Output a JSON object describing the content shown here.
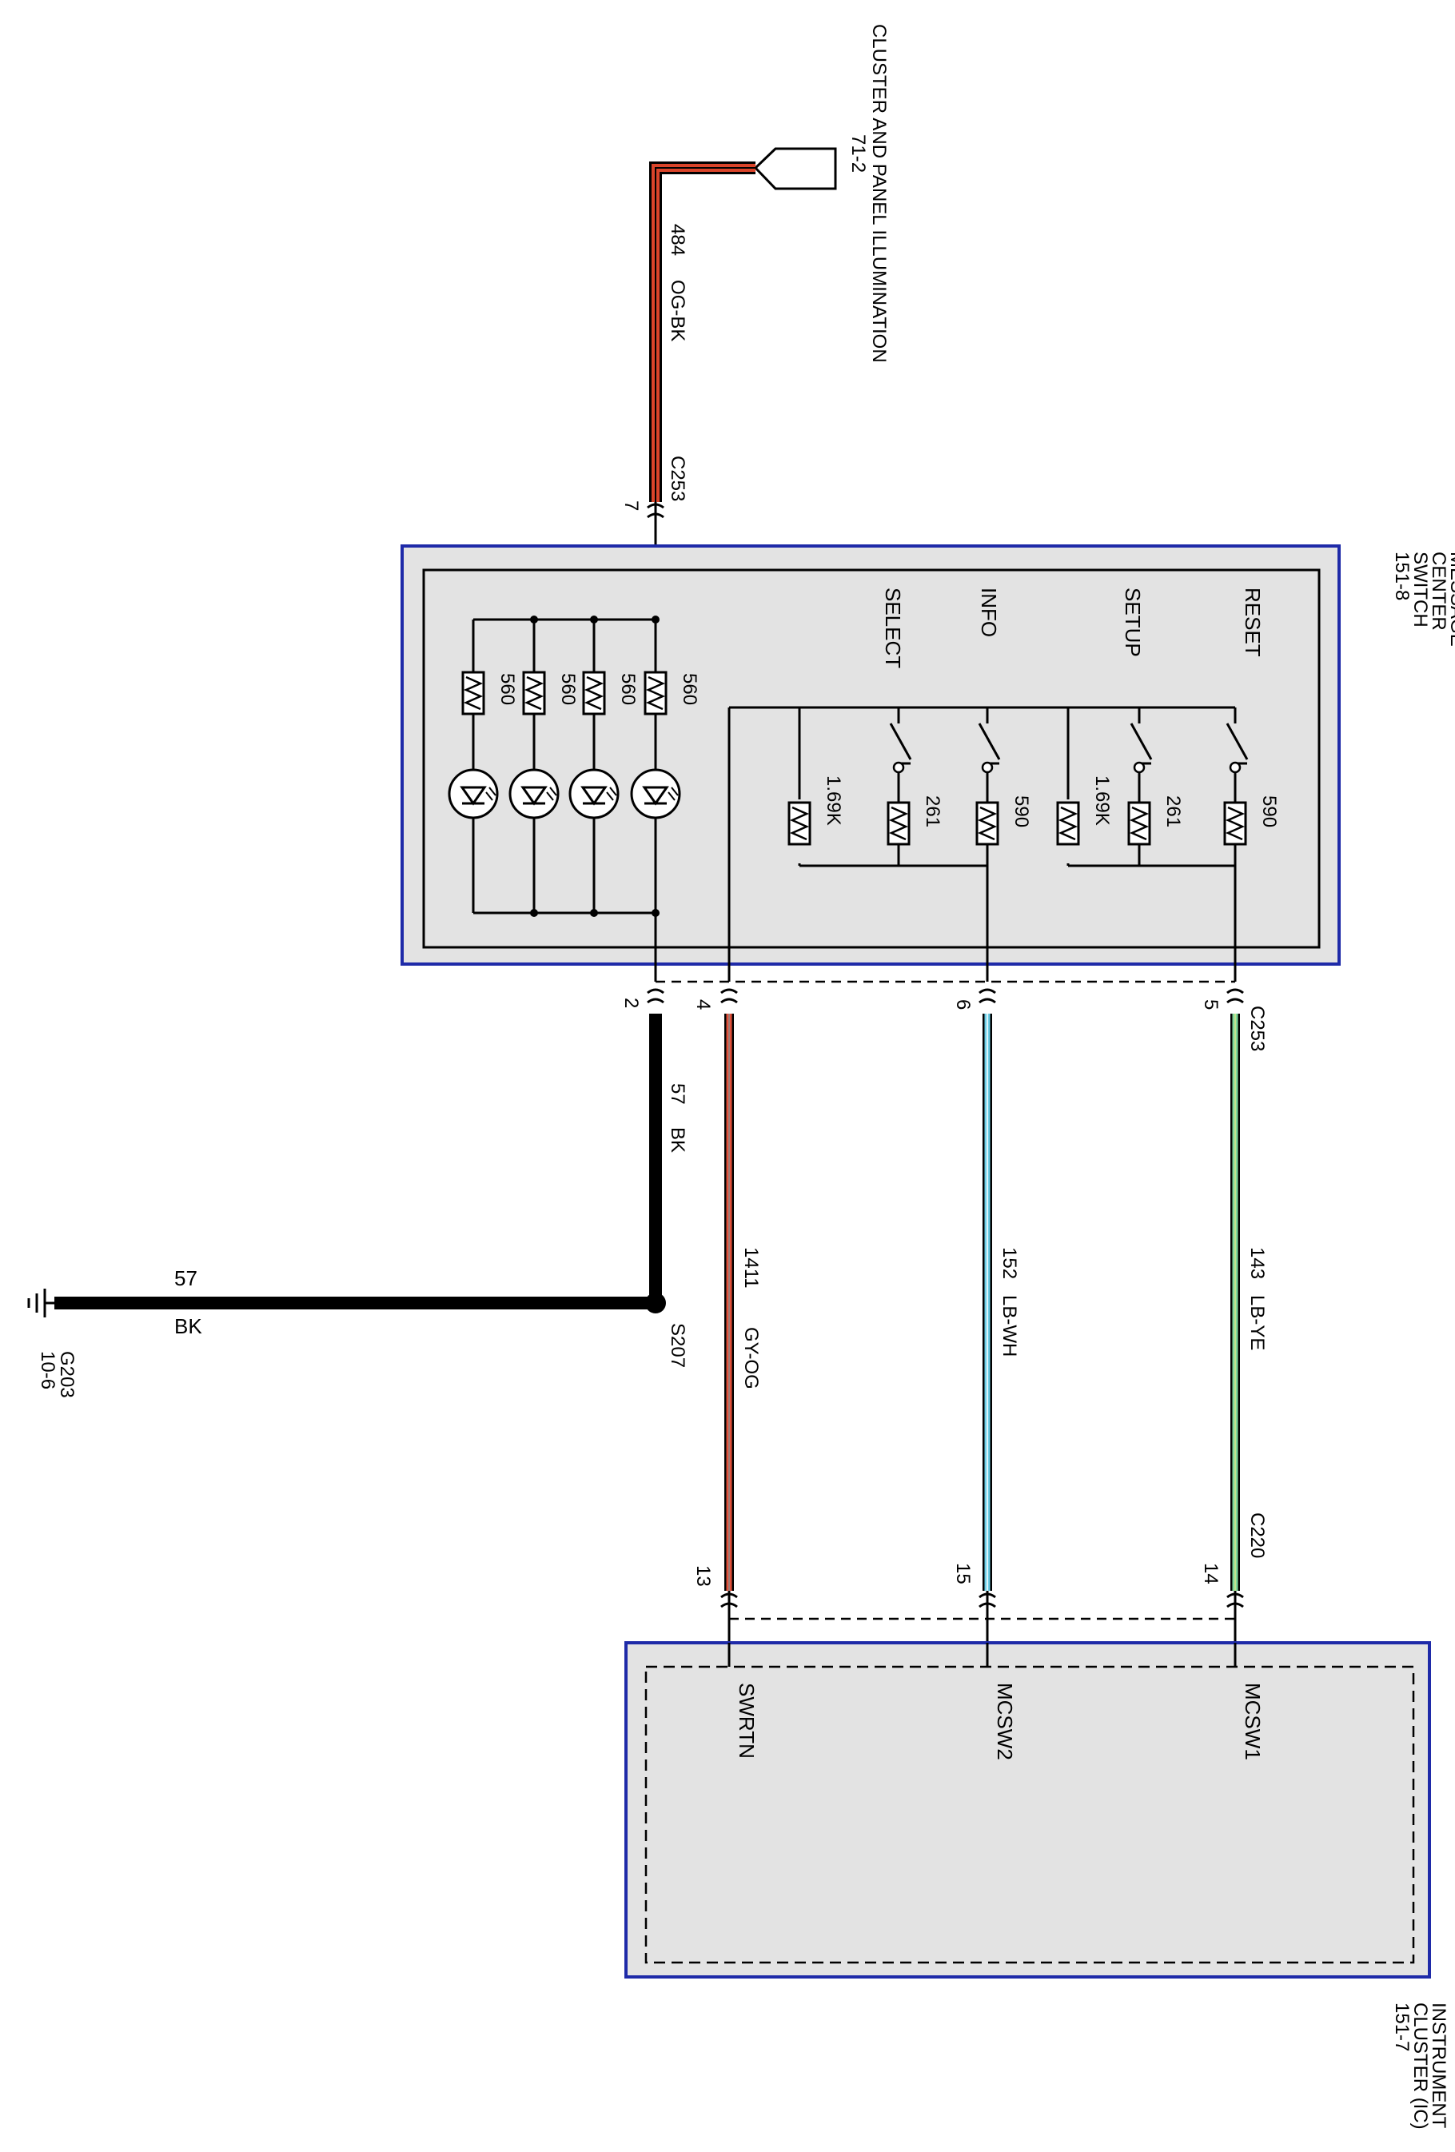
{
  "colors": {
    "og_bk": [
      "#d9442a",
      "#000000"
    ],
    "bk": "#000000",
    "gy_og": [
      "#e0503a",
      "#8a8a8a"
    ],
    "lb_wh": [
      "#6fd0e8",
      "#ffffff"
    ],
    "lb_ye": [
      "#7fd89a",
      "#dbe88a"
    ],
    "module_border": "#1e2aa8",
    "module_fill": "#e3e3e3"
  },
  "top_connector": {
    "title": "CLUSTER AND PANEL ILLUMINATION",
    "ref": "71-2"
  },
  "wires": {
    "illum": {
      "number": "484",
      "color": "OG-BK",
      "connector": "C253",
      "pin": "7"
    },
    "ground": {
      "number": "57",
      "color": "BK",
      "pin": "2"
    },
    "ground_run": {
      "number": "57",
      "color": "BK"
    },
    "swrtn": {
      "number": "1411",
      "color": "GY-OG",
      "pin_top": "4",
      "pin_bottom": "13"
    },
    "mcsw2": {
      "number": "152",
      "color": "LB-WH",
      "pin_top": "6",
      "pin_bottom": "15"
    },
    "mcsw1": {
      "number": "143",
      "color": "LB-YE",
      "pin_top": "5",
      "pin_bottom": "14",
      "connector_top": "C253",
      "connector_bottom": "C220"
    }
  },
  "splice": "S207",
  "ground_point": {
    "name": "G203",
    "ref": "10-6"
  },
  "switch_module": {
    "title": [
      "MESSAGE",
      "CENTER",
      "SWITCH"
    ],
    "ref": "151-8",
    "buttons": [
      "RESET",
      "SETUP",
      "INFO",
      "SELECT"
    ],
    "resistors_right": [
      "590",
      "261",
      "1.69K"
    ],
    "resistors_left": [
      "590",
      "261",
      "1.69K"
    ],
    "led_resistors": [
      "560",
      "560",
      "560",
      "560"
    ]
  },
  "cluster": {
    "title": [
      "INSTRUMENT",
      "CLUSTER (IC)"
    ],
    "ref": "151-7",
    "pins": [
      "SWRTN",
      "MCSW2",
      "MCSW1"
    ]
  }
}
